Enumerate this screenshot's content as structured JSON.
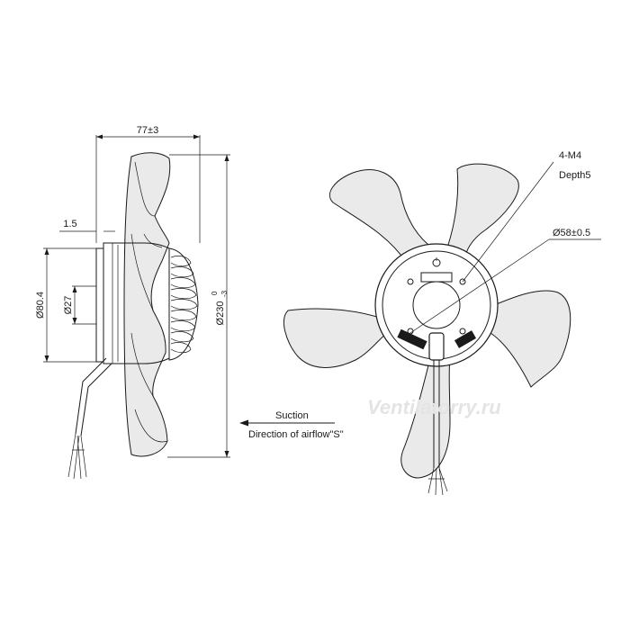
{
  "dimensions": {
    "width_label": "77±3",
    "flange_label": "1.5",
    "motor_dia_label": "Ø80.4",
    "shaft_dia_label": "Ø27",
    "blade_dia_main": "Ø230",
    "blade_dia_tol_upper": "0",
    "blade_dia_tol_lower": "-3",
    "mount_thread_label": "4-M4",
    "mount_depth_label": "Depth5",
    "bolt_circle_label": "Ø58±0.5"
  },
  "airflow": {
    "suction_label": "Suction",
    "direction_label": "Direction of airflow\"S\""
  },
  "watermark": "Ventilatorry.ru"
}
